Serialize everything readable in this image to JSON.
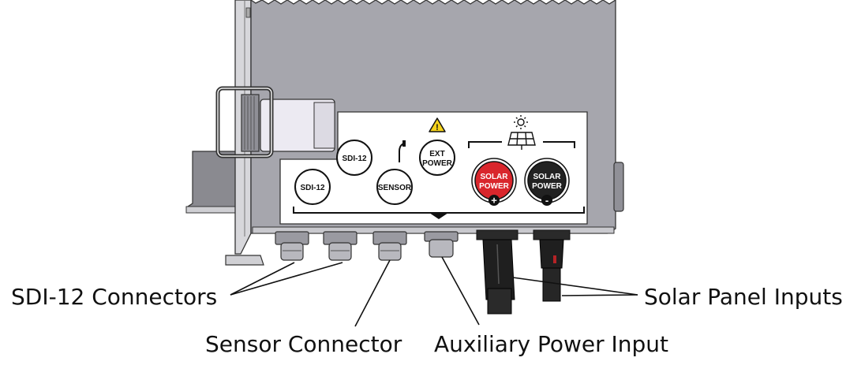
{
  "figure": {
    "panel_labels": {
      "sdi12_a": "SDI-12",
      "sdi12_b": "SDI-12",
      "sensor": "SENSOR",
      "ext_line1": "EXT",
      "ext_line2": "POWER",
      "solar_pos_line1": "SOLAR",
      "solar_pos_line2": "POWER",
      "solar_neg_line1": "SOLAR",
      "solar_neg_line2": "POWER",
      "plus_sign": "+",
      "minus_sign": "-",
      "warning_mark": "!"
    },
    "callouts": {
      "sdi12_connectors": "SDI-12 Connectors",
      "sensor_connector": "Sensor Connector",
      "auxiliary_power_input": "Auxiliary Power Input",
      "solar_panel_inputs": "Solar Panel Inputs"
    },
    "colors": {
      "housing": "#a5a5ab",
      "housing_dark": "#8c8c93",
      "panel": "#ffffff",
      "solar_positive": "#d9262c",
      "solar_negative": "#222222",
      "warning": "#f6d31b"
    },
    "icons": [
      "warning-icon",
      "sun-icon",
      "solar-panel-icon",
      "probe-icon"
    ]
  }
}
